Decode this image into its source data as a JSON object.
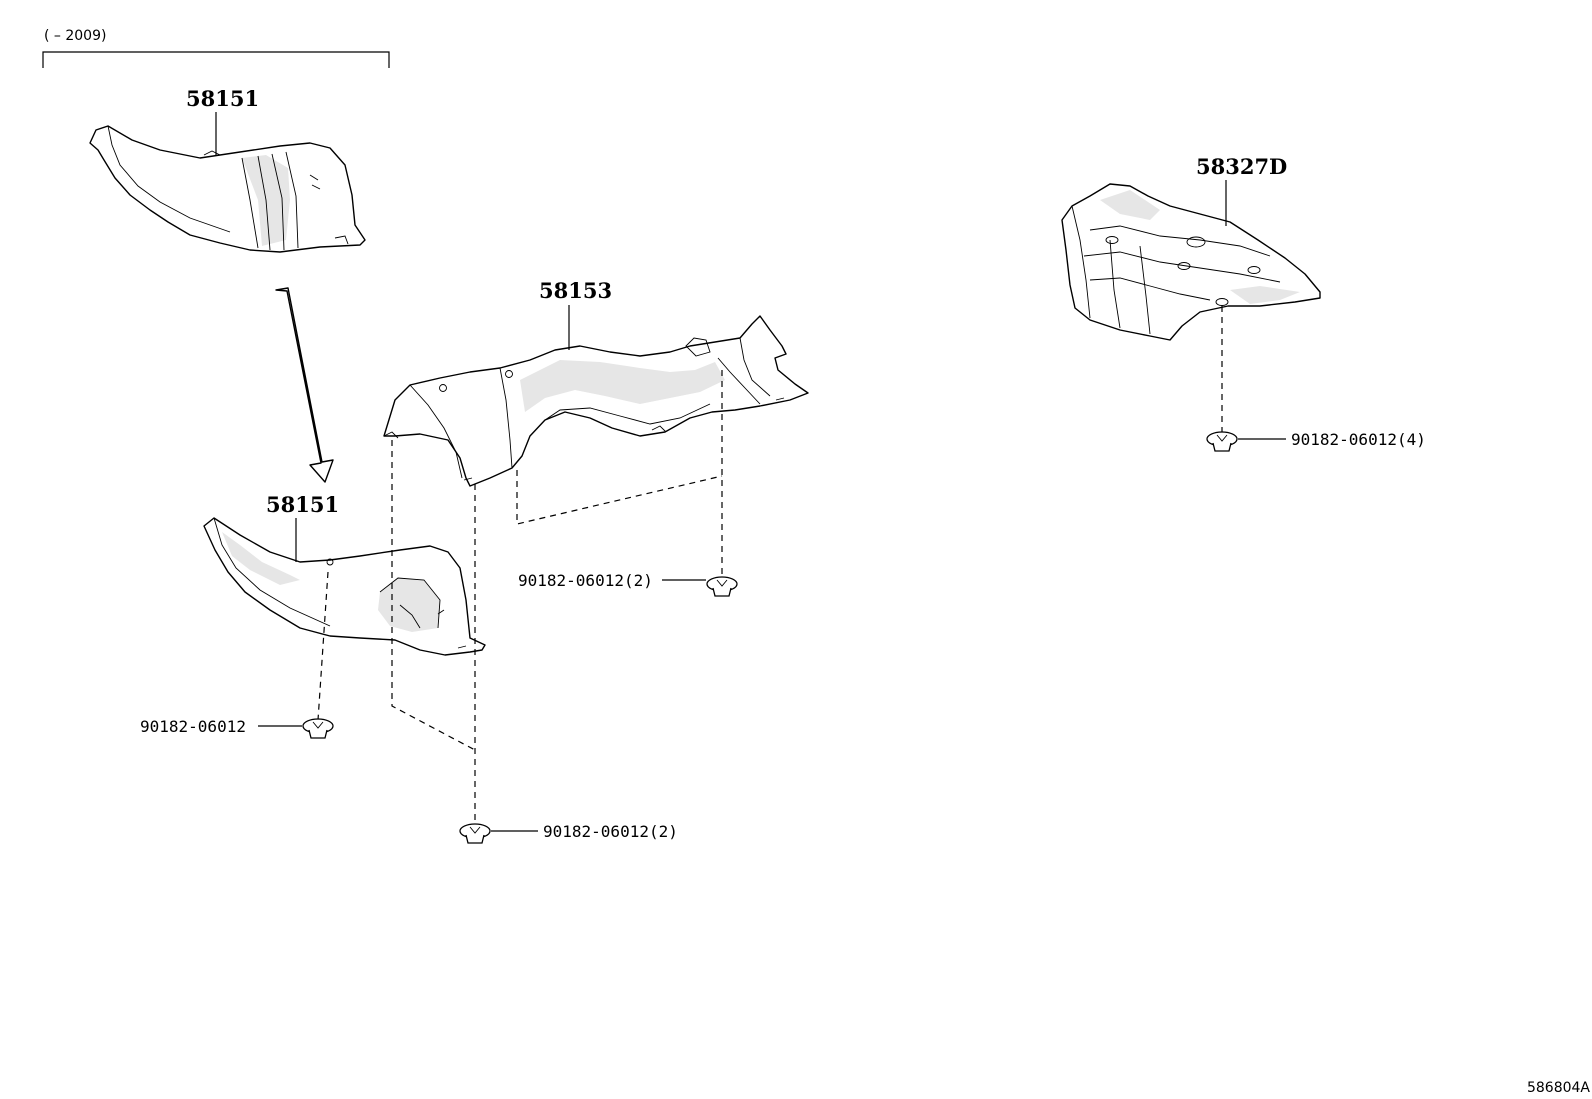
{
  "diagram": {
    "year_range_label": "(      – 2009)",
    "illustration_code": "586804A",
    "callouts": {
      "upper_insulator": "58151",
      "lower_insulator": "58151",
      "center_insulator": "58153",
      "right_insulator": "58327D",
      "clip_left": "90182-06012",
      "clip_center_bottom": "90182-06012(2)",
      "clip_center_right": "90182-06012(2)",
      "clip_right": "90182-06012(4)"
    }
  }
}
